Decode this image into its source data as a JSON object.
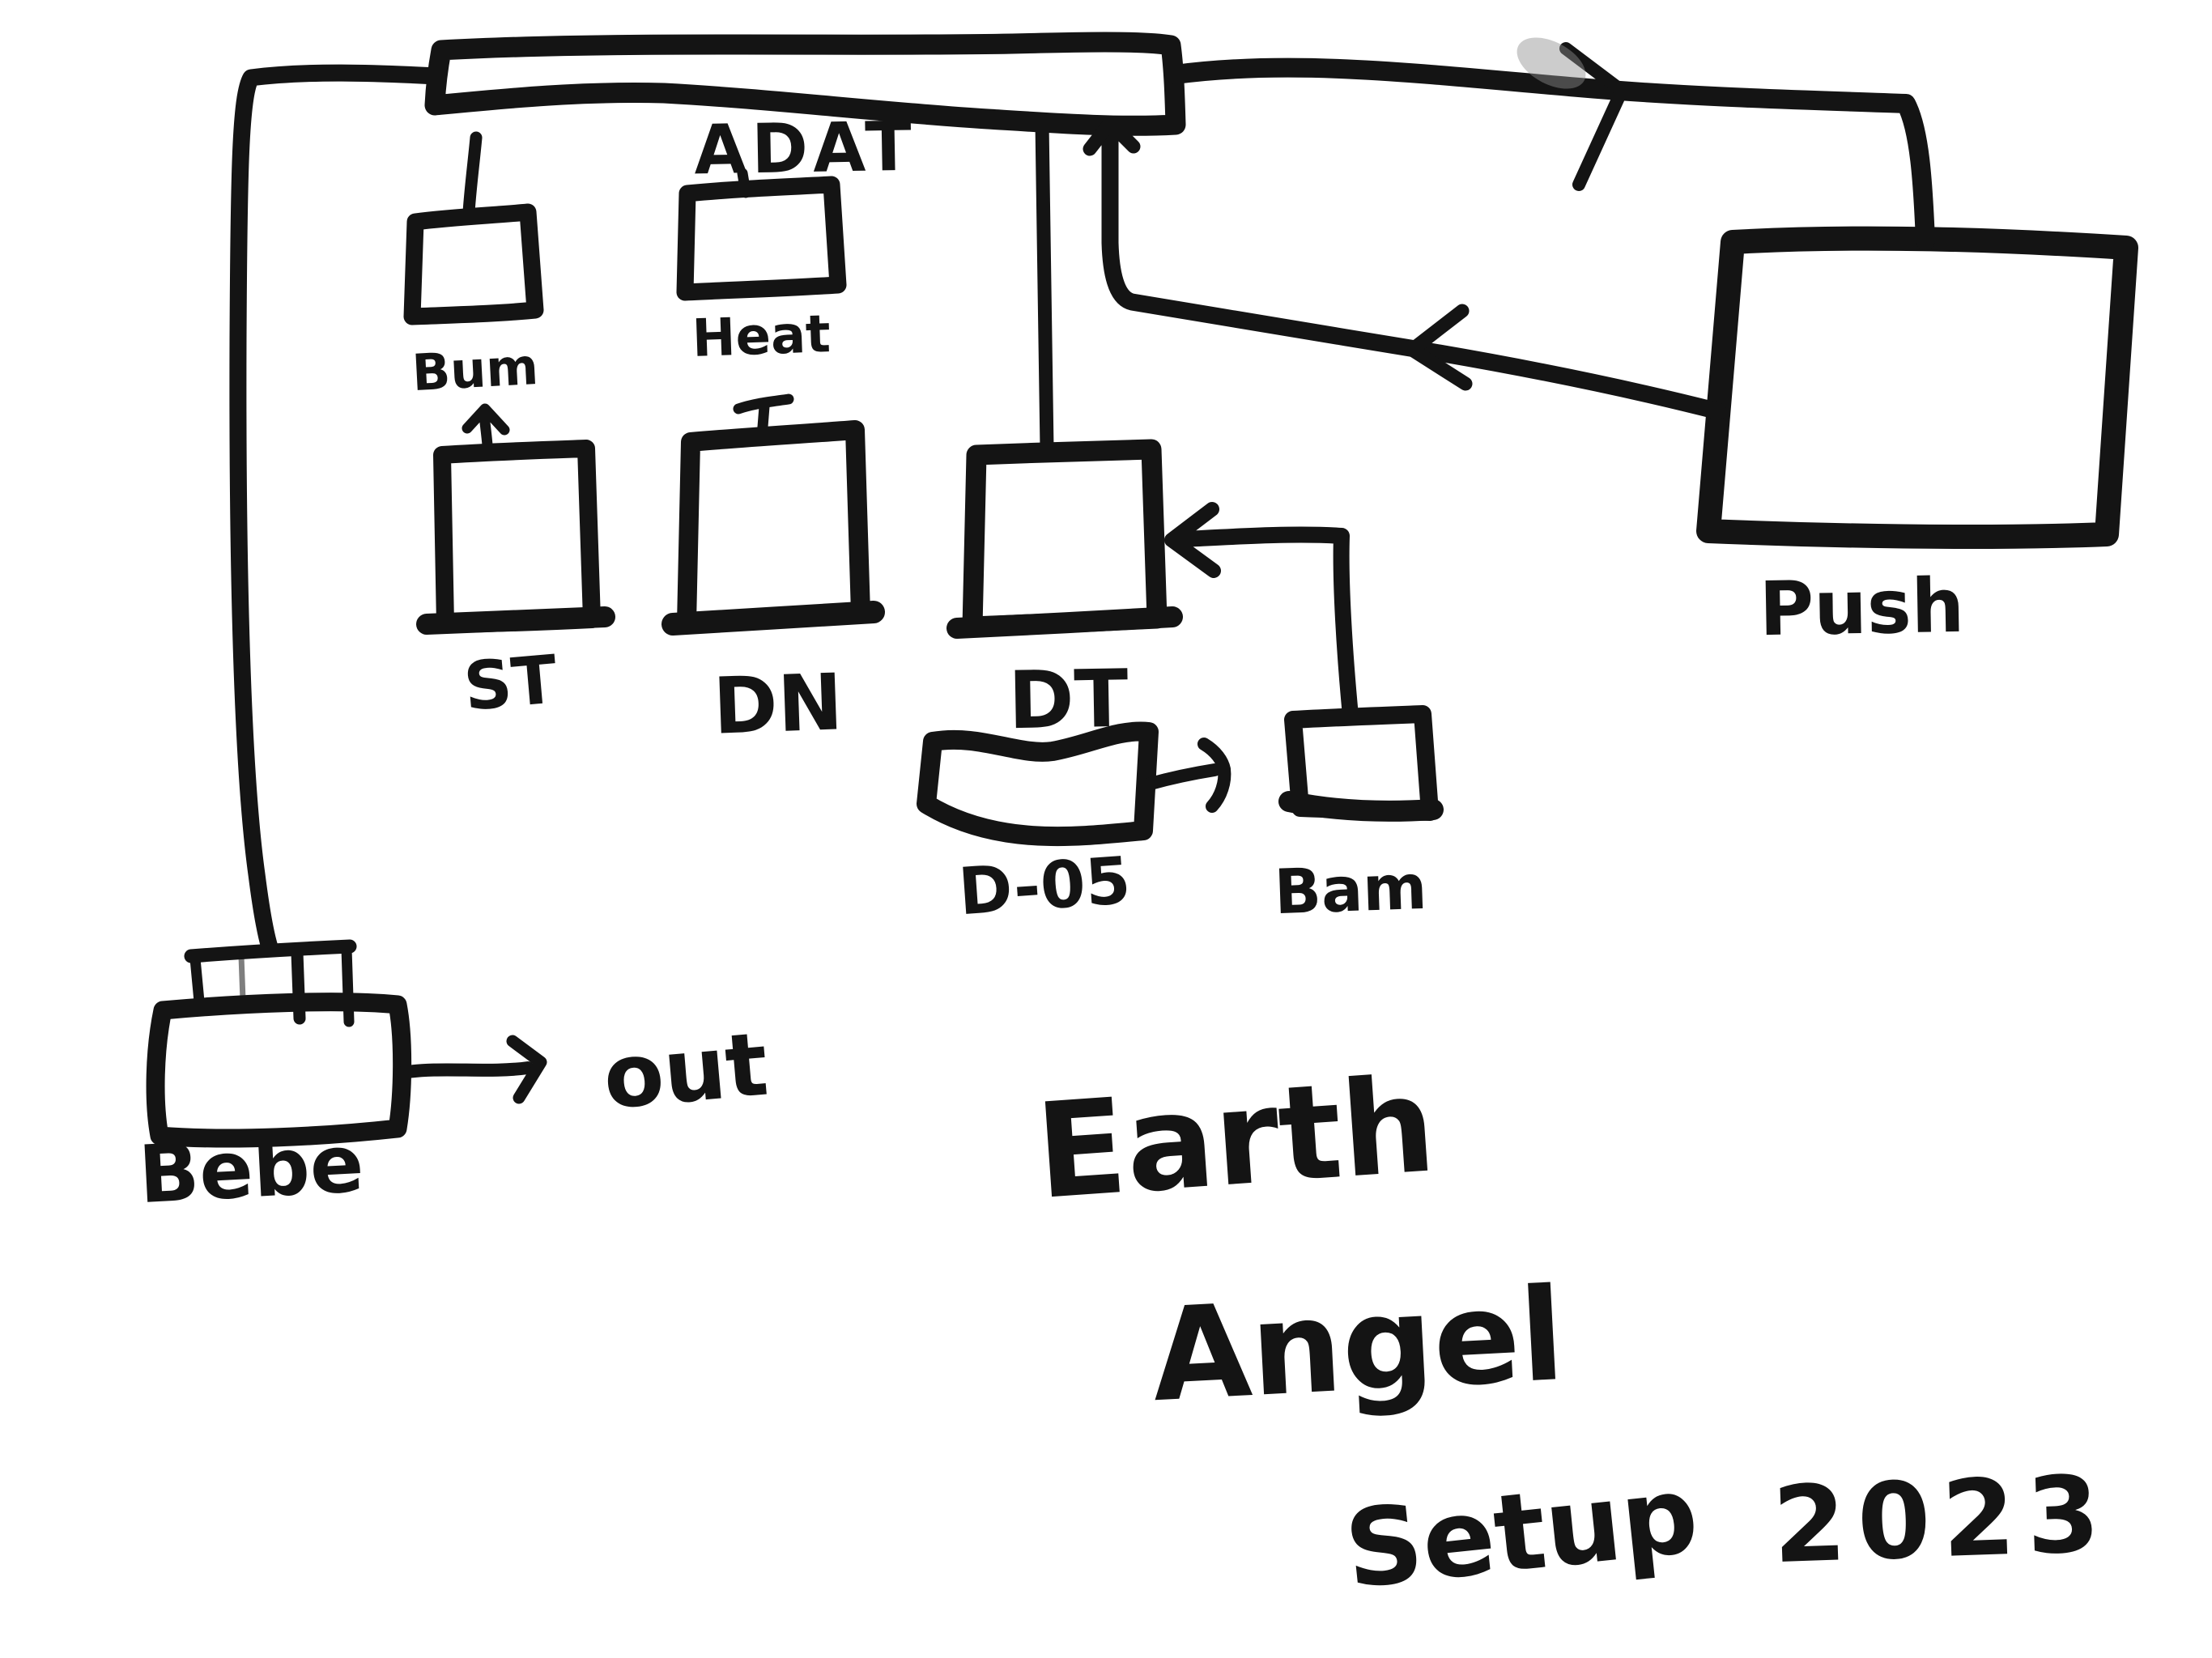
{
  "colors": {
    "ink": "#141414",
    "paper": "#ffffff",
    "smudge": "#8f8f8f"
  },
  "labels": {
    "adat": "ADAT",
    "bum": "Bum",
    "heat": "Heat",
    "st": "ST",
    "dn": "DN",
    "dt": "DT",
    "d05": "D-05",
    "bam": "Bam",
    "push": "Push",
    "bebe": "Bebe",
    "out": "out"
  },
  "title": {
    "line1": "Earth",
    "line2": "Angel",
    "line3": "Setup",
    "year": "2023"
  }
}
